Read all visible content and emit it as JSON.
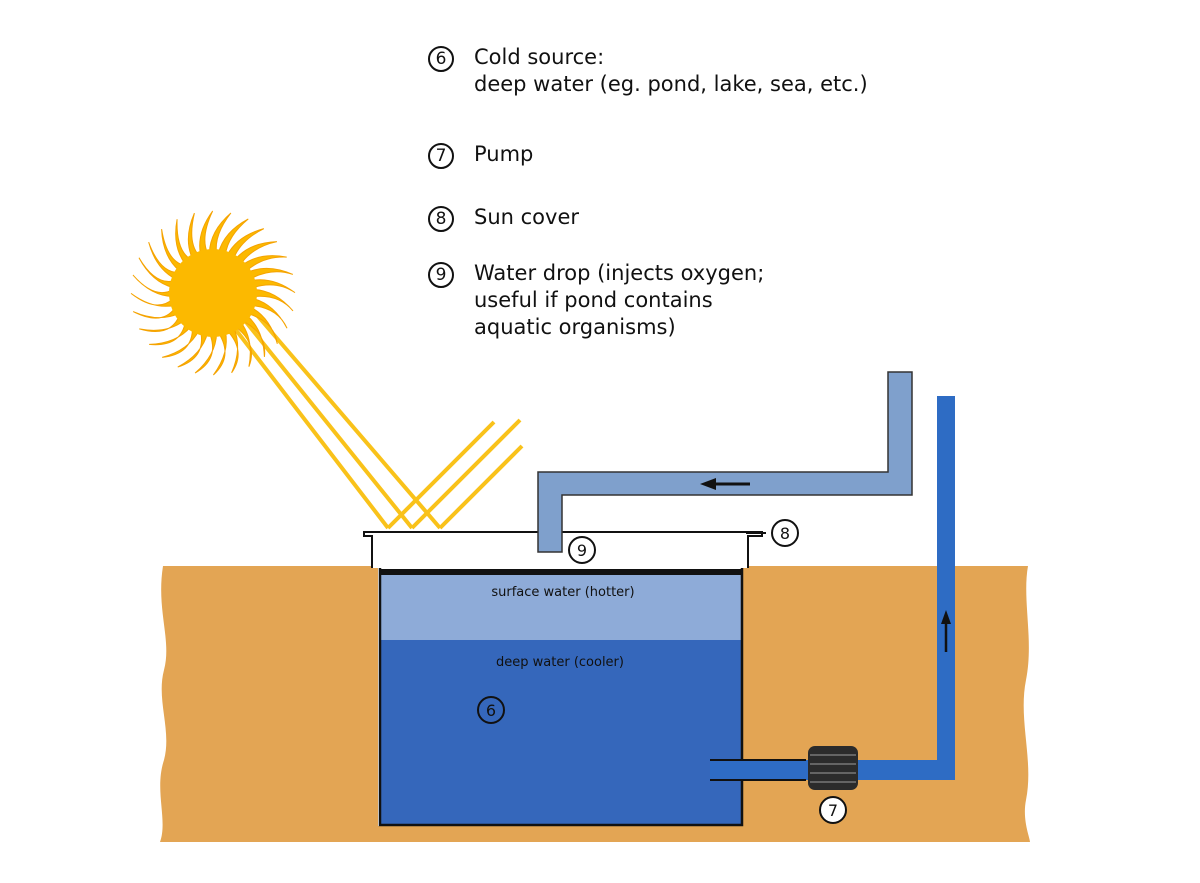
{
  "legend": [
    {
      "number": "6",
      "text": "Cold source:\ndeep water (eg. pond, lake, sea, etc.)"
    },
    {
      "number": "7",
      "text": "Pump"
    },
    {
      "number": "8",
      "text": "Sun cover"
    },
    {
      "number": "9",
      "text": "Water drop (injects oxygen;\nuseful if pond contains\naquatic organisms)"
    }
  ],
  "labels": {
    "surface_water": "surface water (hotter)",
    "deep_water": "deep water (cooler)",
    "marker_deep_water": "6",
    "marker_pump": "7",
    "marker_sun_cover": "8",
    "marker_water_drop": "9"
  },
  "colors": {
    "ground": "#e3a554",
    "surface_water": "#8eabd8",
    "deep_water": "#3567bb",
    "return_pipe": "#7fa0cc",
    "supply_pipe": "#2e6cc4",
    "sun": "#fcb900",
    "sun_rays": "#f9c21a",
    "pump": "#2b2b2b",
    "outline": "#111111"
  }
}
